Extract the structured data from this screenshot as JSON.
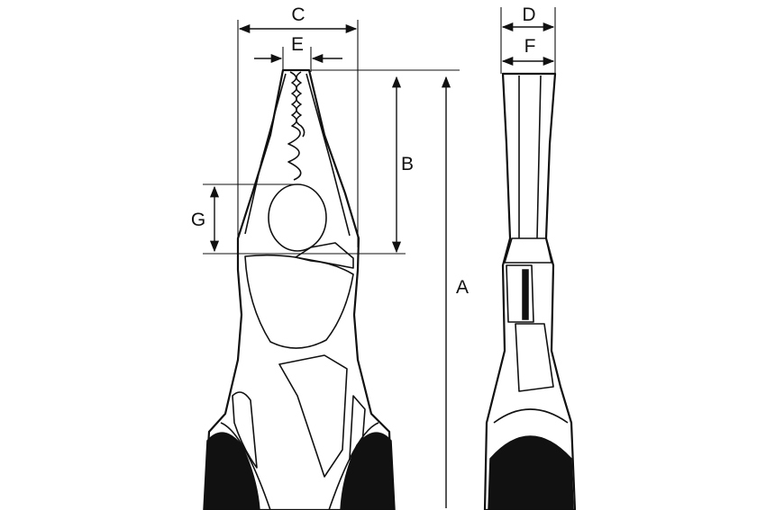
{
  "diagram": {
    "labels": {
      "a": "A",
      "b": "B",
      "c": "C",
      "d": "D",
      "e": "E",
      "f": "F",
      "g": "G"
    },
    "colors": {
      "line": "#111111",
      "grip": "#111111",
      "background": "#ffffff"
    }
  }
}
